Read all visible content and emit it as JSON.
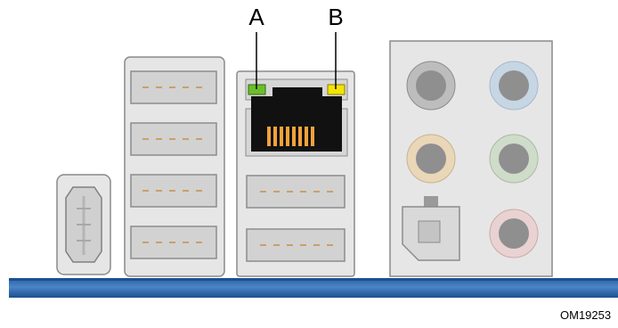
{
  "callouts": {
    "a": "A",
    "b": "B"
  },
  "figure_id": "OM19253",
  "colors": {
    "panel_fill": "#e6e6e6",
    "panel_stroke": "#8a8a8a",
    "usb_fill": "#d2d2d2",
    "rj45_body": "#111111",
    "rj45_pins": "#f2a23a",
    "led_link": "#6bbf2a",
    "led_activity": "#f5e400",
    "base_bar_dark": "#1d4f91",
    "base_bar_light": "#4a86c8"
  },
  "connectors": {
    "firewire": "ieee1394-port",
    "usb_stack_left_count": 4,
    "usb_lan_stack_usb_count": 2,
    "audio_jacks": [
      "gray",
      "light-blue",
      "orange",
      "green",
      "pink"
    ],
    "optical_out": "spdif-optical-port"
  }
}
